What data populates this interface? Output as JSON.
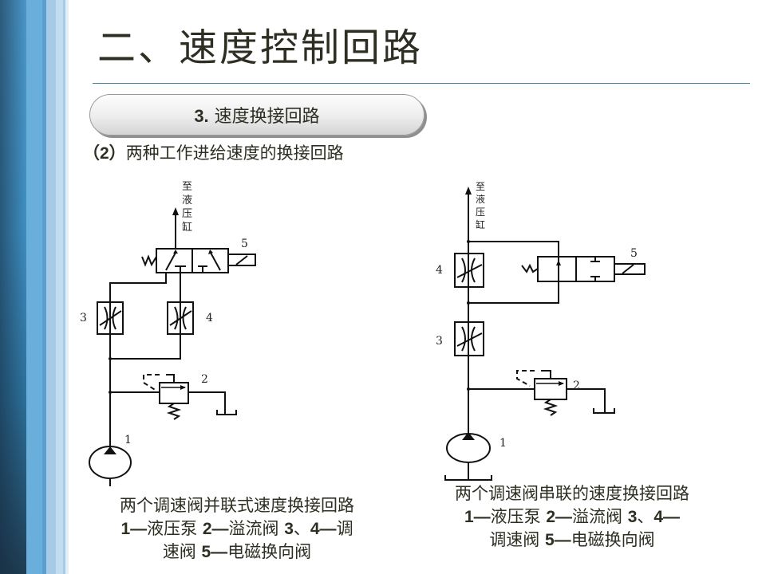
{
  "slide": {
    "title": "二、速度控制回路",
    "section_pill": {
      "number": "3.",
      "label": "速度换接回路"
    },
    "subtitle": {
      "number": "（2）",
      "text": "两种工作进给速度的换接回路"
    }
  },
  "diagrams": {
    "left": {
      "to_cylinder_label": [
        "至",
        "液",
        "压",
        "缸"
      ],
      "component_labels": {
        "pump": "1",
        "relief_valve": "2",
        "flow_valve_a": "3",
        "flow_valve_b": "4",
        "directional_valve": "5"
      },
      "caption": {
        "line1": "两个调速阀并联式速度换接回路",
        "line2": [
          {
            "num": "1—",
            "text": "液压泵 "
          },
          {
            "num": "2—",
            "text": "溢流阀 "
          },
          {
            "num": "3",
            "text": "、"
          },
          {
            "num": "4—",
            "text": "调"
          }
        ],
        "line3": [
          {
            "num": "",
            "text": "速阀 "
          },
          {
            "num": "5—",
            "text": "电磁换向阀"
          }
        ]
      }
    },
    "right": {
      "to_cylinder_label": [
        "至",
        "液",
        "压",
        "缸"
      ],
      "component_labels": {
        "pump": "1",
        "relief_valve": "2",
        "flow_valve_a": "3",
        "flow_valve_b": "4",
        "directional_valve": "5"
      },
      "caption": {
        "line1": "两个调速阀串联的速度换接回路",
        "line2": [
          {
            "num": "1—",
            "text": "液压泵 "
          },
          {
            "num": "2—",
            "text": "溢流阀 "
          },
          {
            "num": "3",
            "text": "、"
          },
          {
            "num": "4—",
            "text": ""
          }
        ],
        "line3": [
          {
            "num": "",
            "text": "调速阀 "
          },
          {
            "num": "5—",
            "text": "电磁换向阀"
          }
        ]
      }
    }
  },
  "colors": {
    "sidebar_dark": "#1f3d52",
    "sidebar_mid": "#4a97c8",
    "sidebar_light": "#6aaedb",
    "rule": "#3d7ea0",
    "text": "#2e2e22"
  }
}
